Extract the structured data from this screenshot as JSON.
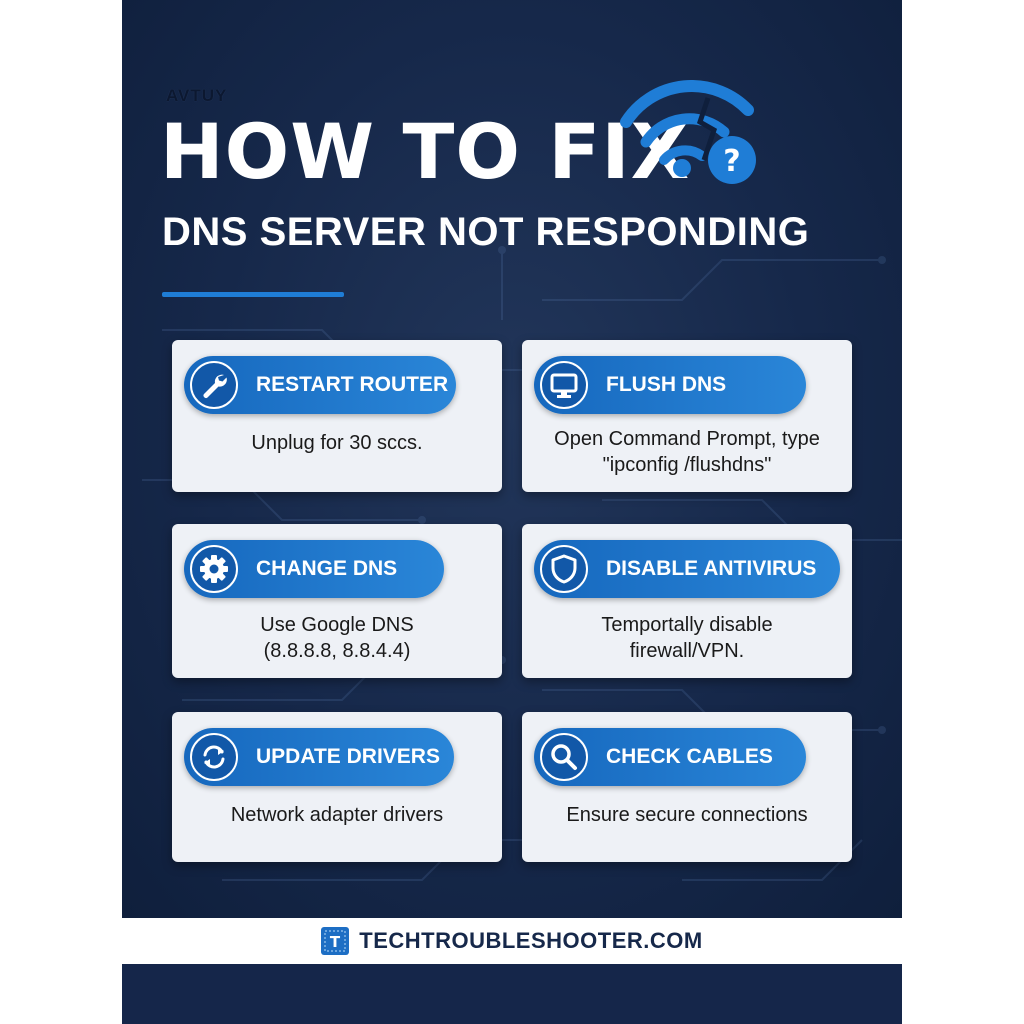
{
  "header": {
    "kicker": "AVTUY",
    "title": "HOW TO FIX",
    "subtitle": "DNS SERVER NOT RESPONDING",
    "title_icon": "wifi-question-icon"
  },
  "colors": {
    "background": "#16284a",
    "accent": "#1f7dd6",
    "card": "#eef1f6",
    "text_light": "#ffffff",
    "text_dark": "#1a1a1a"
  },
  "cards": [
    {
      "title": "RESTART ROUTER",
      "icon": "wrench-icon",
      "description": "Unplug for 30 sccs."
    },
    {
      "title": "FLUSH DNS",
      "icon": "monitor-icon",
      "description": "Open Command Prompt, type\n\"ipconfig /flushdns\""
    },
    {
      "title": "CHANGE DNS",
      "icon": "gear-icon",
      "description": "Use Google DNS\n(8.8.8.8, 8.8.4.4)"
    },
    {
      "title": "DISABLE ANTIVIRUS",
      "icon": "shield-icon",
      "description": "Temportally disable\nfirewall/VPN."
    },
    {
      "title": "UPDATE DRIVERS",
      "icon": "refresh-icon",
      "description": "Network adapter drivers"
    },
    {
      "title": "CHECK CABLES",
      "icon": "search-icon",
      "description": "Ensure secure connections"
    }
  ],
  "footer": {
    "site": "TECHTROUBLESHOOTER.COM",
    "logo_letter": "T"
  }
}
